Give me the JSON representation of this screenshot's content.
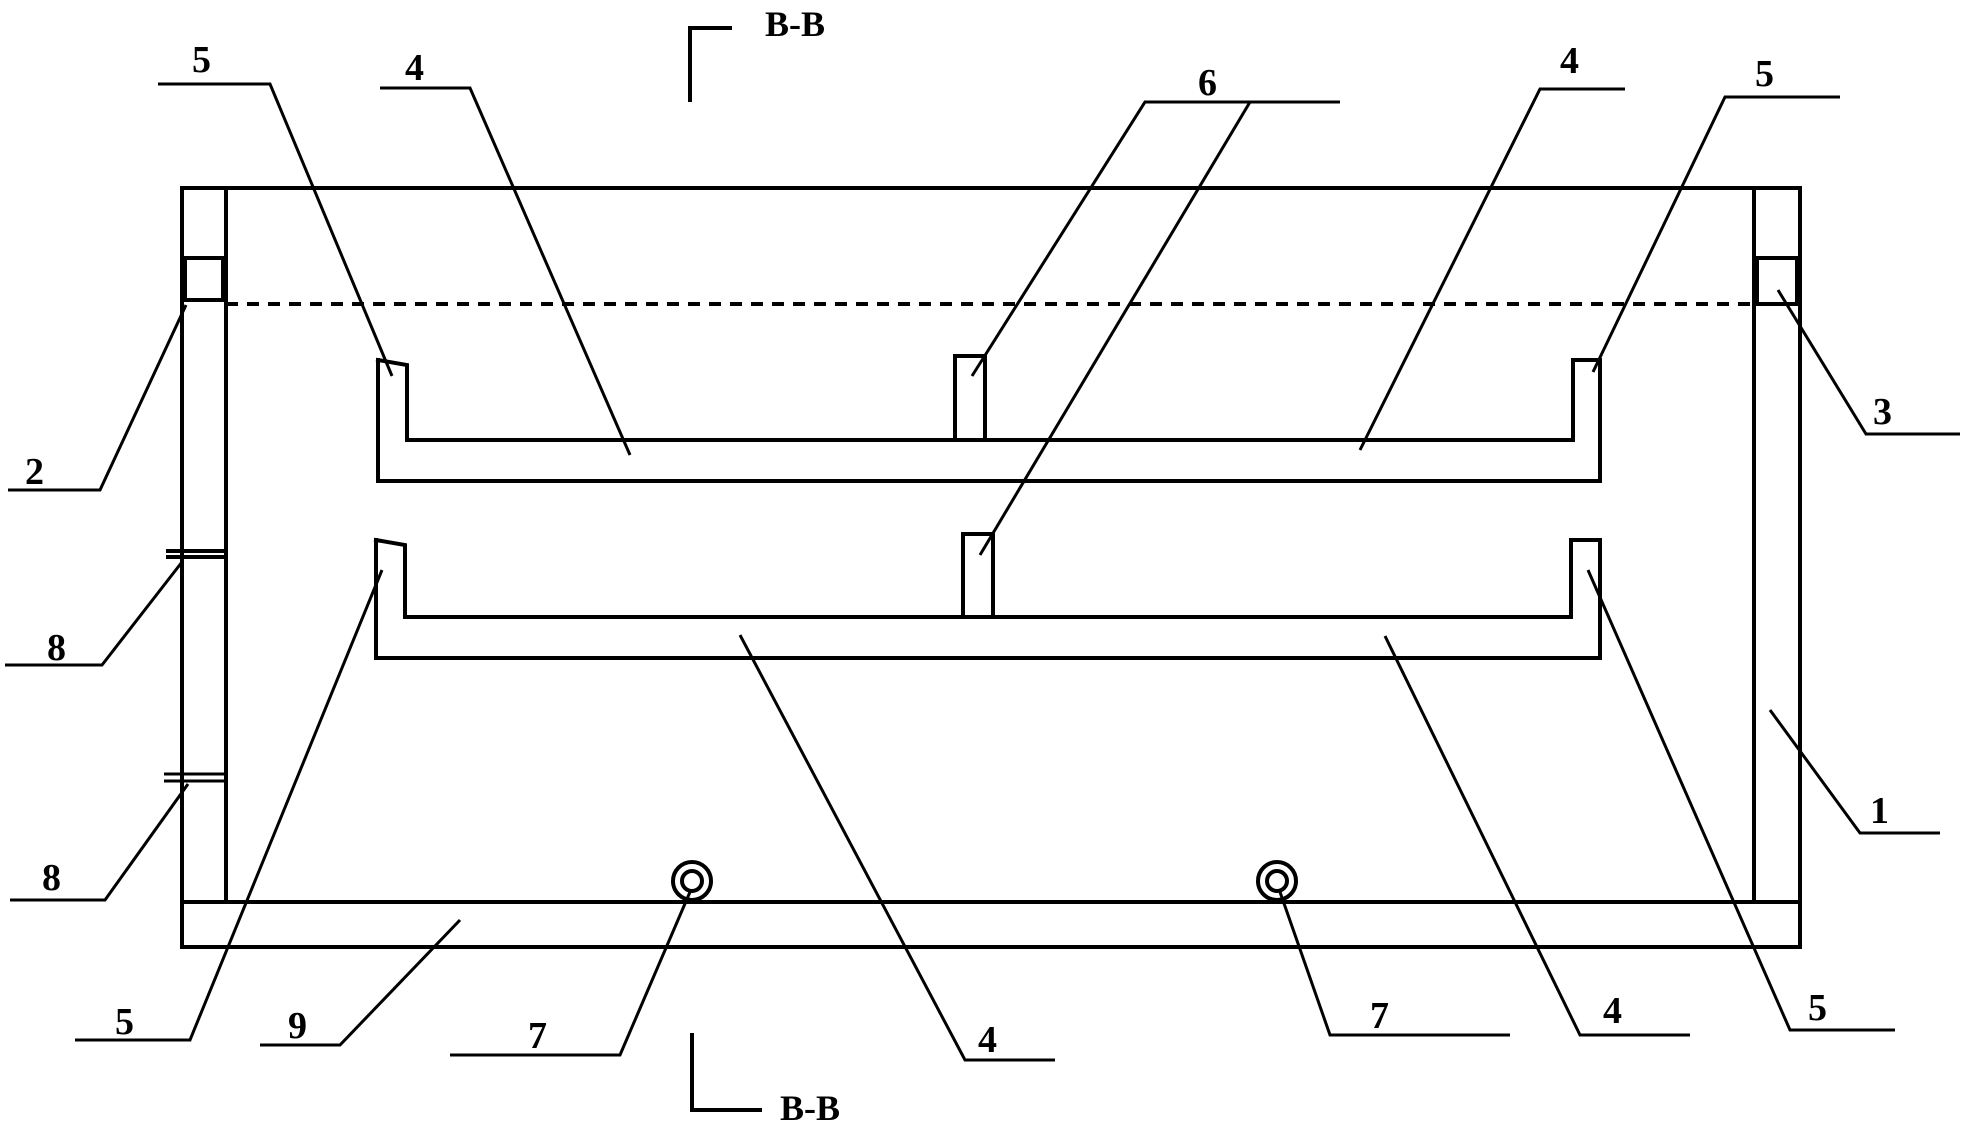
{
  "figure": {
    "section_marks": {
      "top": "B-B",
      "bottom": "B-B"
    },
    "labels": {
      "tank_wall_right": "1",
      "left_top_block": "2",
      "right_top_block": "3",
      "trough_upper_left": "4",
      "trough_upper_right": "4",
      "trough_lower_left": "4",
      "trough_lower_right": "4",
      "end_plate_upper_left": "5",
      "end_plate_upper_right": "5",
      "end_plate_lower_left": "5",
      "end_plate_lower_right": "5",
      "center_plate": "6",
      "roller_left": "7",
      "roller_right": "7",
      "valve_upper": "8",
      "valve_lower": "8",
      "base": "9"
    },
    "water_level_line": "dashed"
  }
}
